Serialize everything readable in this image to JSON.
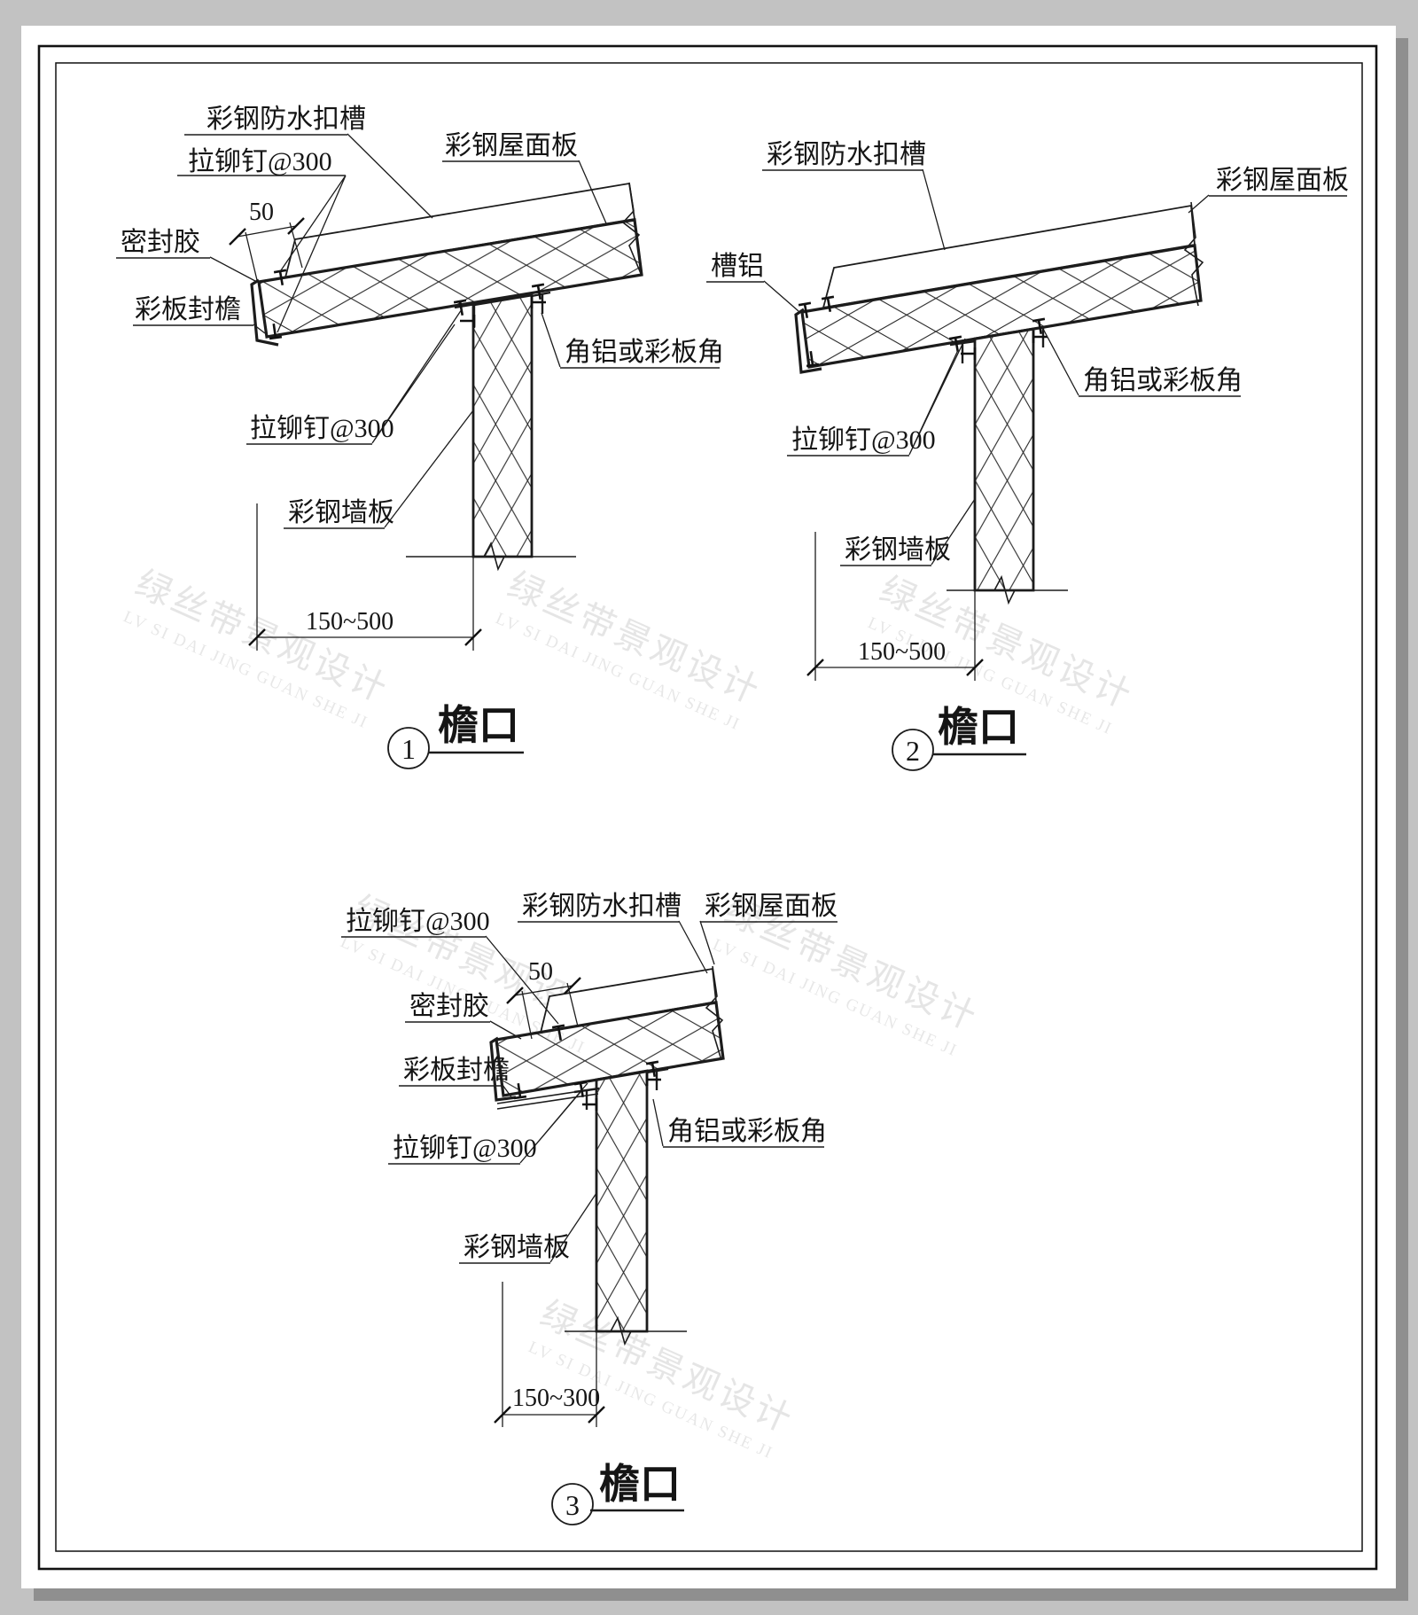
{
  "colors": {
    "background": "#c2c2c2",
    "paper": "#ffffff",
    "line": "#1c1c1c",
    "shadow": "#8f8f8f"
  },
  "watermark": {
    "cn": "绿丝带景观设计",
    "en": "LV SI DAI JING GUAN SHE JI"
  },
  "details": [
    {
      "id": "detail-1",
      "number": "1",
      "title": "檐口",
      "labels": {
        "koucao": "彩钢防水扣槽",
        "lamao_top": "拉铆钉@300",
        "dim50": "50",
        "mifengjiao": "密封胶",
        "fengyan": "彩板封檐",
        "wumianban": "彩钢屋面板",
        "jiaolv": "角铝或彩板角",
        "lamao_bottom": "拉铆钉@300",
        "qiangban": "彩钢墙板",
        "dim_span": "150~500"
      }
    },
    {
      "id": "detail-2",
      "number": "2",
      "title": "檐口",
      "labels": {
        "koucao": "彩钢防水扣槽",
        "caolv": "槽铝",
        "wumianban": "彩钢屋面板",
        "jiaolv": "角铝或彩板角",
        "lamao": "拉铆钉@300",
        "qiangban": "彩钢墙板",
        "dim_span": "150~500"
      }
    },
    {
      "id": "detail-3",
      "number": "3",
      "title": "檐口",
      "labels": {
        "lamao_top": "拉铆钉@300",
        "koucao": "彩钢防水扣槽",
        "wumianban": "彩钢屋面板",
        "dim50": "50",
        "mifengjiao": "密封胶",
        "fengyan": "彩板封檐",
        "lamao_bottom": "拉铆钉@300",
        "jiaolv": "角铝或彩板角",
        "qiangban": "彩钢墙板",
        "dim_span": "150~300"
      }
    }
  ]
}
